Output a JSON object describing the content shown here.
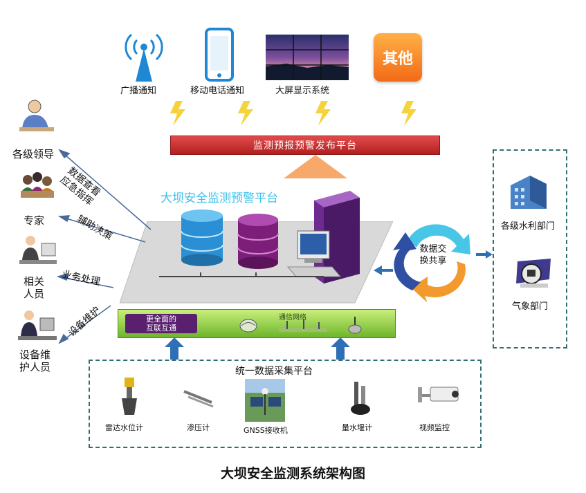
{
  "top_channels": [
    {
      "label": "广播通知",
      "icon": "broadcast-antenna-icon"
    },
    {
      "label": "移动电话通知",
      "icon": "mobile-phone-icon"
    },
    {
      "label": "大屏显示系统",
      "icon": "video-wall-icon"
    },
    {
      "label": "其他",
      "sublabel": "",
      "icon": "other-badge-icon"
    }
  ],
  "publish_platform": "监测预报预警发布平台",
  "main_platform": "大坝安全监测预警平台",
  "left_users": [
    {
      "label": "各级领导",
      "icon": "leader-person-icon"
    },
    {
      "label": "专家",
      "icon": "experts-group-icon"
    },
    {
      "label": "相关\n人员",
      "icon": "staff-at-desk-icon"
    },
    {
      "label": "设备维\n护人员",
      "icon": "maintenance-person-icon"
    }
  ],
  "left_arrows": [
    {
      "label": "数据查看\n应急指挥"
    },
    {
      "label": "辅助决策"
    },
    {
      "label": "业务处理"
    },
    {
      "label": "设备维护"
    }
  ],
  "exchange_label": "数据交\n换共享",
  "right_departments": [
    {
      "label": "各级水利部门",
      "icon": "building-icon"
    },
    {
      "label": "气象部门",
      "icon": "weather-station-icon"
    }
  ],
  "network_bar": {
    "button": "更全面的\n互联互通",
    "network_label": "通信网络"
  },
  "collection_platform": "统一数据采集平台",
  "sensors": [
    {
      "label": "雷达水位计",
      "icon": "radar-level-gauge-icon"
    },
    {
      "label": "渗压计",
      "icon": "piezometer-icon"
    },
    {
      "label": "GNSS接收机",
      "icon": "gnss-receiver-icon"
    },
    {
      "label": "量水堰计",
      "icon": "weir-meter-icon"
    },
    {
      "label": "视频监控",
      "icon": "cctv-camera-icon"
    }
  ],
  "caption": "大坝安全监测系统架构图",
  "colors": {
    "publish_bar": "#c62828",
    "platform_title": "#3ec0ea",
    "network_bar": "#8cc63f",
    "dashed_border": "#2f6f73",
    "arrow_blue": "#2f6fb5",
    "arrow_orange": "#f29a2e"
  }
}
